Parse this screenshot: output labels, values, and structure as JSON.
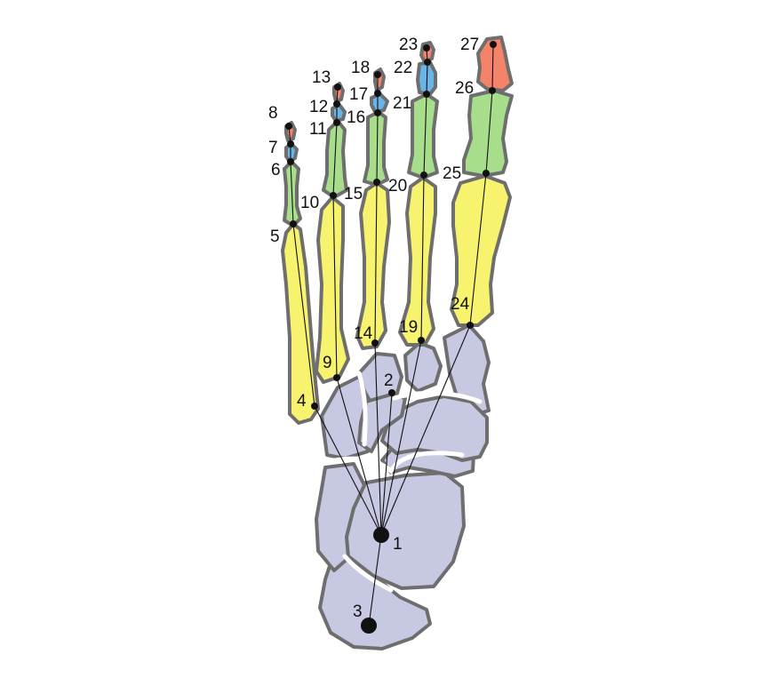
{
  "colors": {
    "tarsal": "#c7c8e2",
    "metatarsal": "#f7f36e",
    "proximal_phalanx": "#a8dd8c",
    "middle_phalanx": "#6ab4e8",
    "distal_phalanx": "#f5836a",
    "outline": "#6e6e6e"
  },
  "landmarks": {
    "labels": [
      "1",
      "2",
      "3",
      "4",
      "5",
      "6",
      "7",
      "8",
      "9",
      "10",
      "11",
      "12",
      "13",
      "14",
      "15",
      "16",
      "17",
      "18",
      "19",
      "20",
      "21",
      "22",
      "23",
      "24",
      "25",
      "26",
      "27"
    ]
  }
}
